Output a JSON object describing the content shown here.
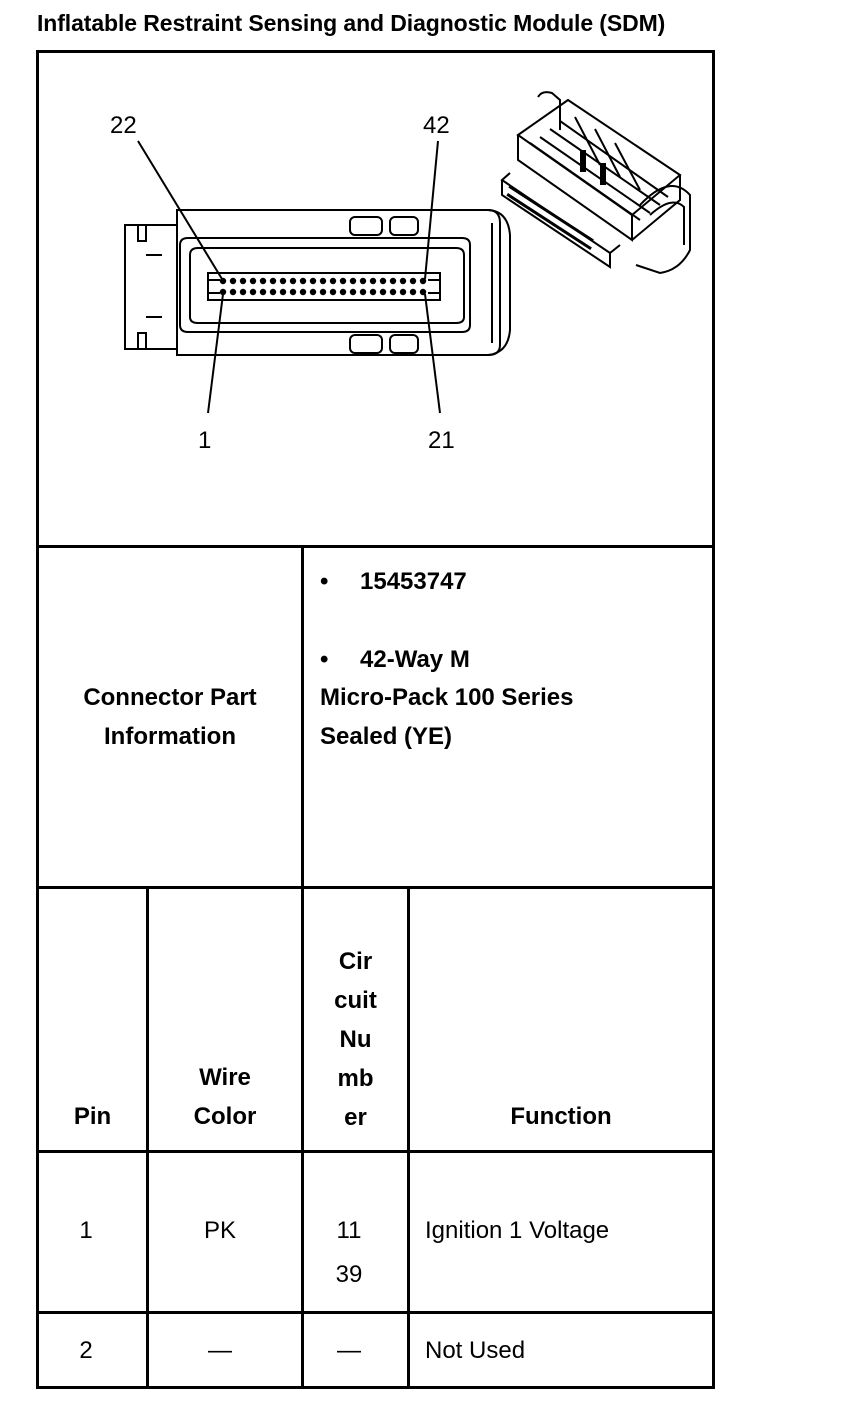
{
  "title": "Inflatable Restraint Sensing and Diagnostic Module (SDM)",
  "diagram": {
    "pin_labels": {
      "top_left": "22",
      "top_right": "42",
      "bottom_left": "1",
      "bottom_right": "21"
    }
  },
  "connector_info": {
    "label_line1": "Connector Part",
    "label_line2": "Information",
    "part_number": "15453747",
    "desc_line1": "42-Way M",
    "desc_line2": "Micro-Pack 100 Series",
    "desc_line3": "Sealed (YE)",
    "bullet": "•"
  },
  "table": {
    "headers": {
      "pin": "Pin",
      "wire_color_1": "Wire",
      "wire_color_2": "Color",
      "circuit": [
        "Cir",
        "cuit",
        "Nu",
        "mb",
        "er"
      ],
      "function": "Function"
    },
    "rows": [
      {
        "pin": "1",
        "wire_color": "PK",
        "circuit_1": "11",
        "circuit_2": "39",
        "function": "Ignition 1 Voltage"
      },
      {
        "pin": "2",
        "wire_color": "—",
        "circuit_1": "—",
        "circuit_2": "",
        "function": "Not Used"
      }
    ]
  }
}
